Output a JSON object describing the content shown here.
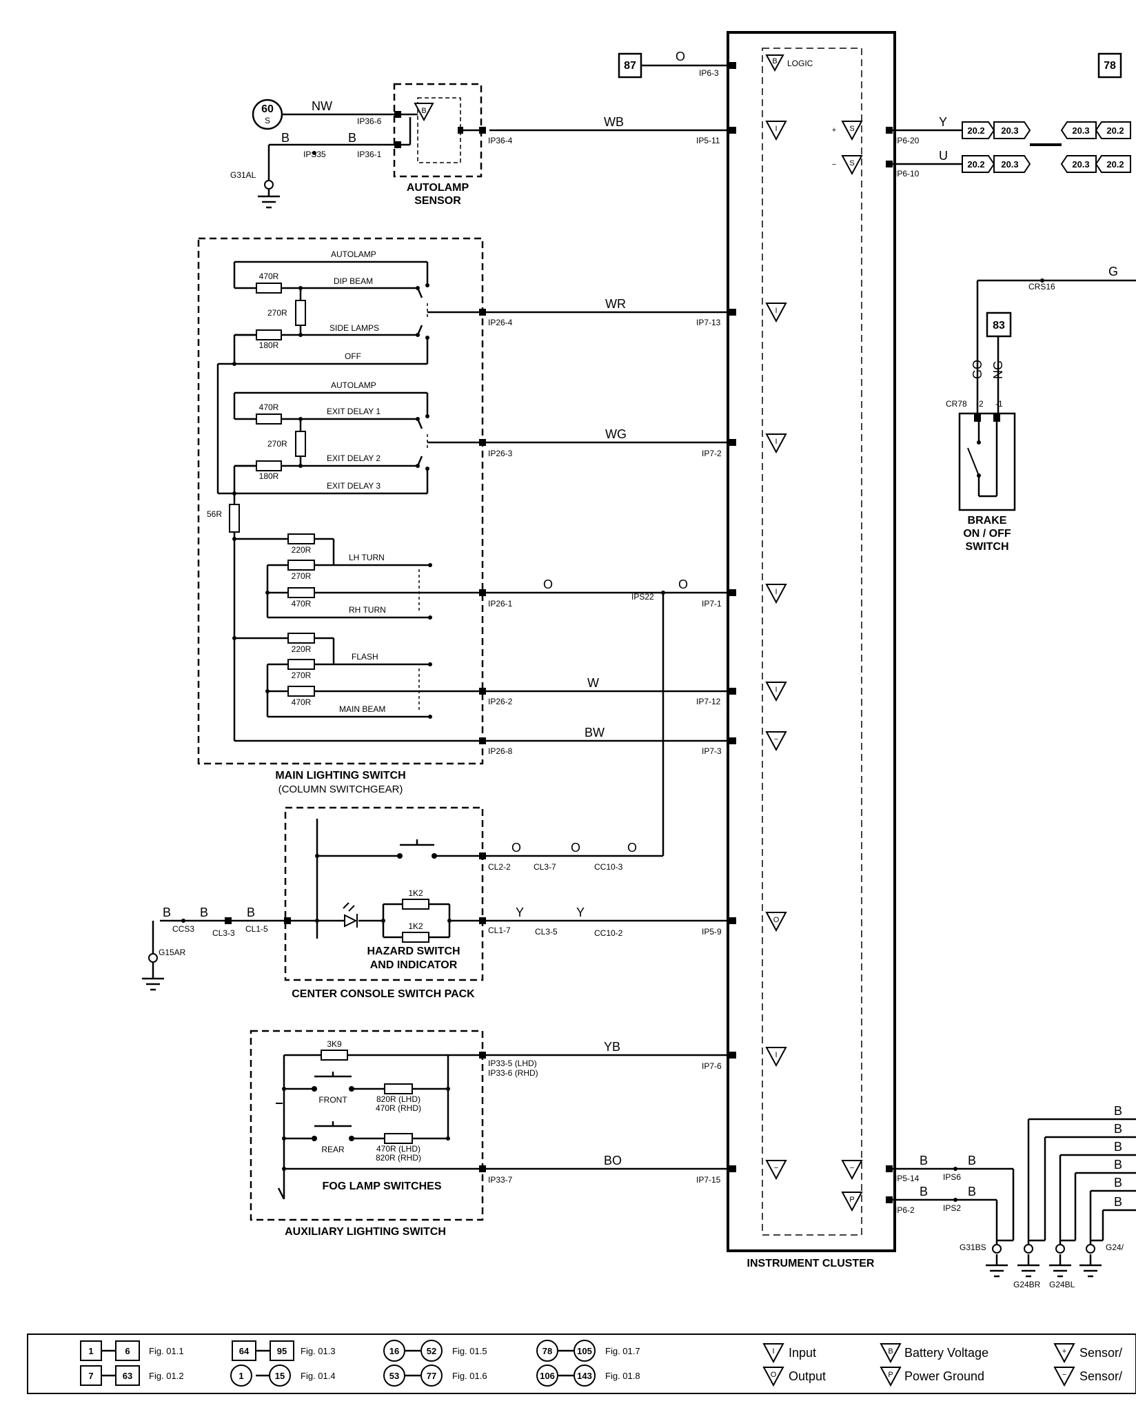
{
  "refs": {
    "r87": "87",
    "r78": "78",
    "r83": "83",
    "r60": "60",
    "r60s": "S"
  },
  "labels": {
    "logic": "LOGIC",
    "autolamp_sensor_1": "AUTOLAMP",
    "autolamp_sensor_2": "SENSOR",
    "main_switch": "MAIN LIGHTING SWITCH",
    "main_switch_sub": "(COLUMN SWITCHGEAR)",
    "center_console": "CENTER CONSOLE SWITCH PACK",
    "hazard_1": "HAZARD SWITCH",
    "hazard_2": "AND INDICATOR",
    "fog": "FOG LAMP SWITCHES",
    "aux": "AUXILIARY LIGHTING SWITCH",
    "cluster": "INSTRUMENT CLUSTER",
    "brake_1": "BRAKE",
    "brake_2": "ON / OFF",
    "brake_3": "SWITCH"
  },
  "wires": {
    "o_top": "O",
    "nw": "NW",
    "b1": "B",
    "b2": "B",
    "wb": "WB",
    "y": "Y",
    "u": "U",
    "wr": "WR",
    "wg": "WG",
    "o1": "O",
    "o2": "O",
    "w": "W",
    "bw": "BW",
    "o3": "O",
    "o4": "O",
    "o5": "O",
    "y1": "Y",
    "y2": "Y",
    "b3": "B",
    "b4": "B",
    "b5": "B",
    "yb": "YB",
    "bo": "BO",
    "b6": "B",
    "b7": "B",
    "b8": "B",
    "b9": "B",
    "go_top": "G",
    "go": "GO",
    "ng": "NG",
    "bb1": "B",
    "bb2": "B",
    "bb3": "B",
    "bb4": "B",
    "bb5": "B",
    "bb6": "B"
  },
  "connectors": {
    "ip63": "IP6-3",
    "ip366": "IP36-6",
    "ip361": "IP36-1",
    "ips35": "IPS35",
    "g31al": "G31AL",
    "ip364": "IP36-4",
    "ip511": "IP5-11",
    "ip620": "IP6-20",
    "ip610": "IP6-10",
    "ip264": "IP26-4",
    "ip713": "IP7-13",
    "ip263": "IP26-3",
    "ip72": "IP7-2",
    "ip261": "IP26-1",
    "ips22": "IPS22",
    "ip71": "IP7-1",
    "ip262": "IP26-2",
    "ip712": "IP7-12",
    "ip268": "IP26-8",
    "ip73": "IP7-3",
    "cl22": "CL2-2",
    "cl37": "CL3-7",
    "cc103": "CC10-3",
    "ccs3": "CCS3",
    "cl33": "CL3-3",
    "cl15": "CL1-5",
    "g15ar": "G15AR",
    "cl17": "CL1-7",
    "cl35": "CL3-5",
    "cc102": "CC10-2",
    "ip59": "IP5-9",
    "ip335": "IP33-5 (LHD)",
    "ip336": "IP33-6 (RHD)",
    "ip76": "IP7-6",
    "ip337": "IP33-7",
    "ip715": "IP7-15",
    "ip514": "IP5-14",
    "ips6": "IPS6",
    "ip62": "IP6-2",
    "ips2": "IPS2",
    "g31bs": "G31BS",
    "g24br": "G24BR",
    "g24bl": "G24BL",
    "g24": "G24/",
    "crs16": "CRS16",
    "cr78": "CR78",
    "pin2": "-2",
    "pin1": "-1"
  },
  "components": {
    "autolamp": "AUTOLAMP",
    "dip": "DIP BEAM",
    "side": "SIDE LAMPS",
    "off": "OFF",
    "autolamp2": "AUTOLAMP",
    "exit1": "EXIT DELAY 1",
    "exit2": "EXIT DELAY 2",
    "exit3": "EXIT DELAY 3",
    "lh": "LH TURN",
    "rh": "RH TURN",
    "flash": "FLASH",
    "main": "MAIN BEAM",
    "r470a": "470R",
    "r270a": "270R",
    "r180a": "180R",
    "r470b": "470R",
    "r270b": "270R",
    "r180b": "180R",
    "r56": "56R",
    "r220a": "220R",
    "r270c": "270R",
    "r470c": "470R",
    "r220b": "220R",
    "r270d": "270R",
    "r470d": "470R",
    "r1k2a": "1K2",
    "r1k2b": "1K2",
    "r3k9": "3K9",
    "front": "FRONT",
    "rear": "REAR",
    "r820": "820R (LHD)",
    "r470rhd": "470R (RHD)",
    "r470lhd": "470R (LHD)",
    "r820rhd": "820R (RHD)"
  },
  "offpage": {
    "a1": "20.2",
    "a2": "20.3",
    "a3": "20.3",
    "a4": "20.2",
    "b1": "20.2",
    "b2": "20.3",
    "b3": "20.3",
    "b4": "20.2"
  },
  "legend": {
    "f1a": "1",
    "f1b": "6",
    "f1": "Fig. 01.1",
    "f2a": "7",
    "f2b": "63",
    "f2": "Fig. 01.2",
    "f3a": "64",
    "f3b": "95",
    "f3": "Fig. 01.3",
    "f4a": "1",
    "f4b": "15",
    "f4": "Fig. 01.4",
    "f5a": "16",
    "f5b": "52",
    "f5": "Fig. 01.5",
    "f6a": "53",
    "f6b": "77",
    "f6": "Fig. 01.6",
    "f7a": "78",
    "f7b": "105",
    "f7": "Fig. 01.7",
    "f8a": "106",
    "f8b": "143",
    "f8": "Fig. 01.8",
    "input": "Input",
    "output": "Output",
    "batt": "Battery Voltage",
    "pgnd": "Power Ground",
    "sens1": "Sensor/",
    "sens2": "Sensor/"
  }
}
